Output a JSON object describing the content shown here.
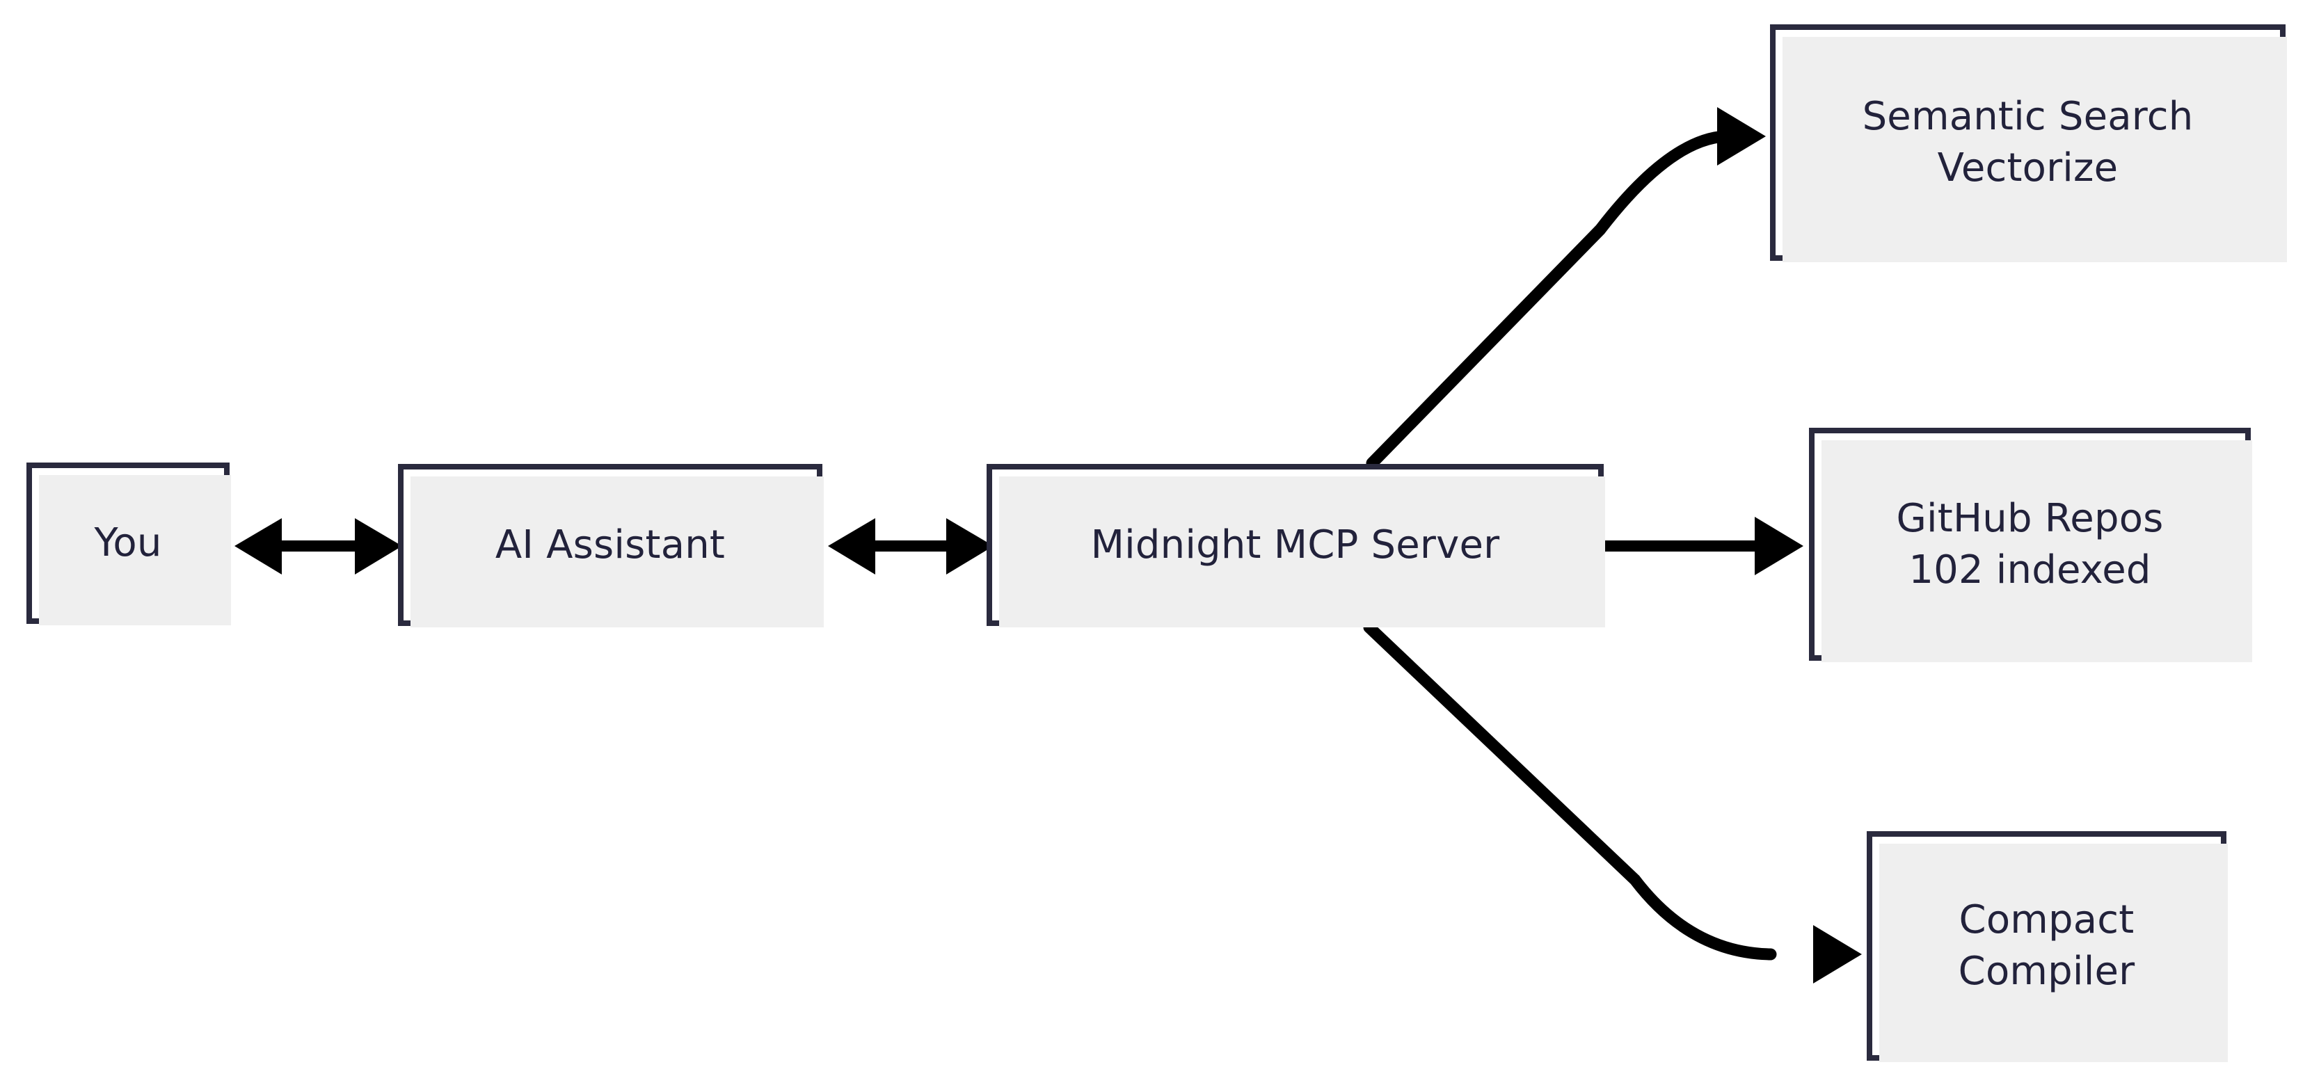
{
  "diagram": {
    "type": "flowchart",
    "orientation": "left-to-right",
    "background_color": "#ffffff",
    "node_border_color": "#2a2a3e",
    "node_fill_color": "#ffffff",
    "node_shadow_color": "#efefef",
    "edge_color": "#000000",
    "text_color": "#22223b"
  },
  "nodes": [
    {
      "id": "you",
      "label": "You",
      "lines": [
        "You"
      ]
    },
    {
      "id": "ai-assistant",
      "label": "AI Assistant",
      "lines": [
        "AI Assistant"
      ]
    },
    {
      "id": "mcp-server",
      "label": "Midnight MCP Server",
      "lines": [
        "Midnight MCP Server"
      ]
    },
    {
      "id": "semantic-search",
      "label": "Semantic Search\nVectorize",
      "lines": [
        "Semantic Search",
        "Vectorize"
      ]
    },
    {
      "id": "github-repos",
      "label": "GitHub Repos\n102 indexed",
      "lines": [
        "GitHub Repos",
        "102 indexed"
      ],
      "count": "102 indexed"
    },
    {
      "id": "compact-compiler",
      "label": "Compact\nCompiler",
      "lines": [
        "Compact",
        "Compiler"
      ]
    }
  ],
  "edges": [
    {
      "id": "you-ai",
      "from": "you",
      "to": "ai-assistant",
      "direction": "bidirectional",
      "label": "",
      "style": "straight"
    },
    {
      "id": "ai-mcp",
      "from": "ai-assistant",
      "to": "mcp-server",
      "direction": "bidirectional",
      "label": "",
      "style": "straight"
    },
    {
      "id": "mcp-semantic",
      "from": "mcp-server",
      "to": "semantic-search",
      "direction": "forward",
      "label": "",
      "style": "curved"
    },
    {
      "id": "mcp-github",
      "from": "mcp-server",
      "to": "github-repos",
      "direction": "forward",
      "label": "",
      "style": "straight"
    },
    {
      "id": "mcp-compact",
      "from": "mcp-server",
      "to": "compact-compiler",
      "direction": "forward",
      "label": "",
      "style": "curved"
    }
  ]
}
